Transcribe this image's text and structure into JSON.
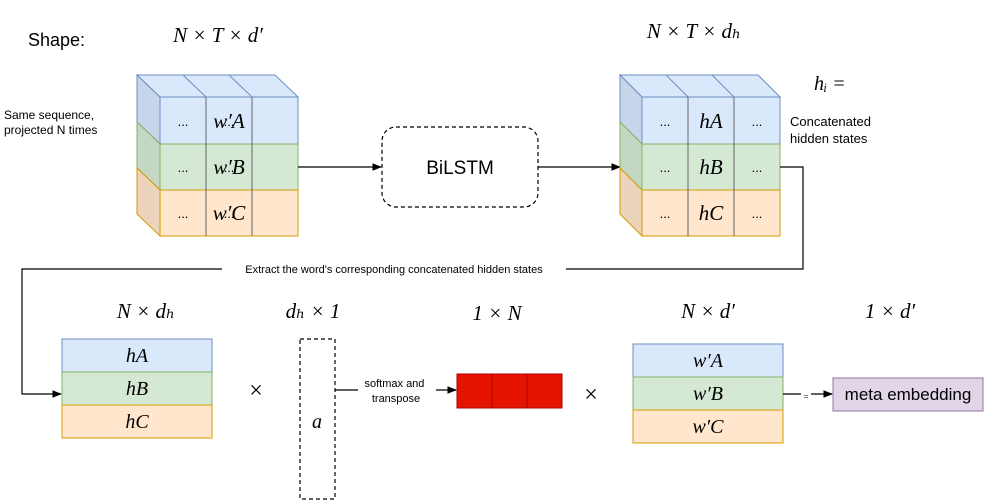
{
  "shape_label": "Shape:",
  "dims": {
    "input_tensor": "N × T × d′",
    "hidden_tensor": "N × T × dₕ",
    "hidden_matrix": "N × dₕ",
    "attention_vector": "dₕ × 1",
    "weights": "1 × N",
    "projected_matrix": "N × d′",
    "output": "1 × d′"
  },
  "annotations": {
    "left_note": [
      "Same sequence,",
      "projected N times"
    ],
    "hi_label": "hᵢ =",
    "hi_note": [
      "Concatenated",
      "hidden states"
    ]
  },
  "input_cube": {
    "ellipsis": "...",
    "rows": [
      "w′A",
      "w′B",
      "w′C"
    ]
  },
  "bilstm_label": "BiLSTM",
  "hidden_cube": {
    "ellipsis": "...",
    "rows": [
      "hA",
      "hB",
      "hC"
    ]
  },
  "extract_label": "Extract the word's corresponding concatenated hidden states",
  "hidden_matrix_rows": [
    "hA",
    "hB",
    "hC"
  ],
  "times_symbol": "×",
  "attention_vector_label": "a",
  "softmax_label": [
    "softmax and",
    "transpose"
  ],
  "weights_cells": 3,
  "projected_rows": [
    "w′A",
    "w′B",
    "w′C"
  ],
  "equals_symbol": "=",
  "output_label": "meta embedding",
  "colors": {
    "blue_fill": "#dae8fc",
    "blue_stroke": "#6c8ebf",
    "green_fill": "#d5e8d4",
    "green_stroke": "#82b366",
    "orange_fill": "#ffe6cc",
    "orange_stroke": "#d79b00",
    "red_fill": "#e51400",
    "red_stroke": "#b20000",
    "purple_fill": "#e1d5e7",
    "purple_stroke": "#9673a6"
  }
}
